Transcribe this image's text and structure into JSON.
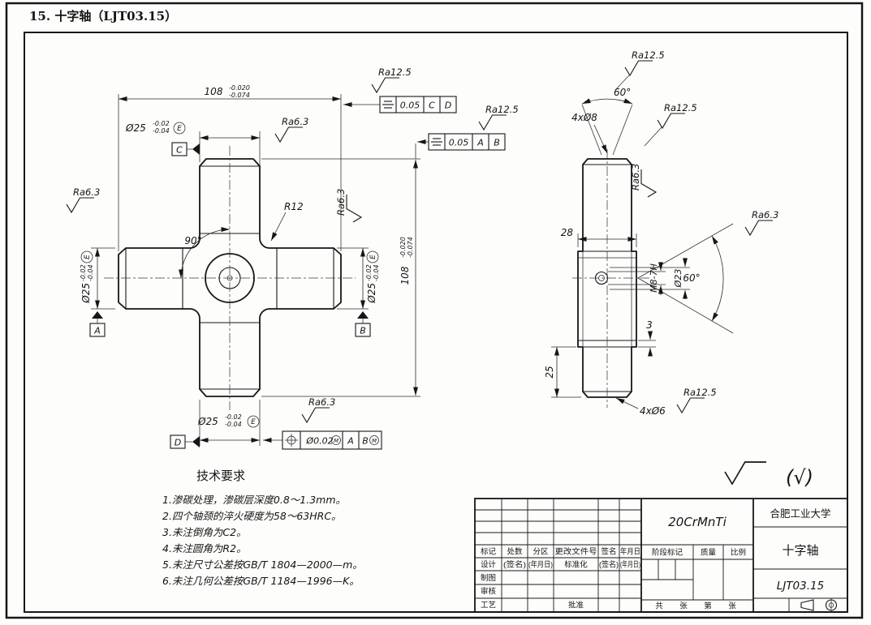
{
  "header": {
    "title": "15. 十字轴（LJT03.15）"
  },
  "front_view": {
    "dim_108": "108",
    "dim_108_tol_upper": "-0.020",
    "dim_108_tol_lower": "-0.074",
    "dia_25": "Ø25",
    "dia_25_tol_upper": "-0.02",
    "dia_25_tol_lower": "-0.04",
    "envelope": "E",
    "fillet_radius": "R12",
    "angle_90": "90°",
    "ra_6_3": "Ra6.3",
    "ra_12_5": "Ra12.5",
    "datum_a": "A",
    "datum_b": "B",
    "datum_c": "C",
    "datum_d": "D",
    "tol_symmetry_cd": {
      "value": "0.05",
      "datum_1": "C",
      "datum_2": "D"
    },
    "tol_symmetry_ab": {
      "value": "0.05",
      "datum_1": "A",
      "datum_2": "B"
    },
    "tol_position": {
      "value": "Ø0.02",
      "modifier": "M",
      "datum_1": "A",
      "datum_2": "B",
      "modifier_2": "M"
    }
  },
  "side_view": {
    "dim_28": "28",
    "dim_25": "25",
    "dim_3": "3",
    "holes_top": "4xØ8",
    "holes_bottom": "4xØ6",
    "thread": "M8-7H",
    "dia_23": "Ø23",
    "angle_60": "60°",
    "ra_6_3": "Ra6.3",
    "ra_12_5": "Ra12.5"
  },
  "tech_req": {
    "heading": "技术要求",
    "items": [
      "1.渗碳处理，渗碳层深度0.8～1.3mm。",
      "2.四个轴颈的淬火硬度为58～63HRC。",
      "3.未注倒角为C2。",
      "4.未注圆角为R2。",
      "5.未注尺寸公差按GB/T 1804—2000—m。",
      "6.未注几何公差按GB/T 1184—1996—K。"
    ]
  },
  "title_block": {
    "material": "20CrMnTi",
    "company": "合肥工业大学",
    "part_name": "十字轴",
    "drawing_no": "LJT03.15",
    "rev_headers": [
      "标记",
      "处数",
      "分区",
      "更改文件号",
      "签名",
      "年月日"
    ],
    "row_design": "设计",
    "row_draft": "制图",
    "row_check": "审核",
    "row_process": "工艺",
    "sign_placeholder": "(签名)",
    "date_placeholder": "(年月日)",
    "standardization": "标准化",
    "approve": "批准",
    "stage_mark": "阶段标记",
    "mass": "质量",
    "scale": "比例",
    "sheet_labels": [
      "共",
      "张",
      "第",
      "张"
    ],
    "surface_note": "(√)"
  }
}
